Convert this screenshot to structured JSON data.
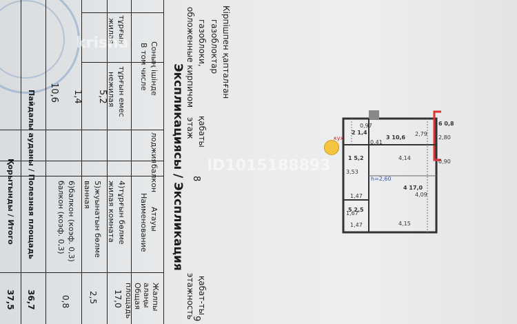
{
  "header": {
    "material_kz": "Кірпішпен қапталған",
    "material_kz2": "газоблоктар",
    "material_ru": "газоблоки,",
    "material_ru2": "обложенные кирпичом"
  },
  "floor": {
    "kabaty_label": "қабаты",
    "etazh_label": "этаж",
    "etazh_value": "8",
    "kabatty_label": "қабат-ты",
    "etazhnost_label": "этажность",
    "etazhnost_value": "9"
  },
  "title": "Экспликациясы / Экспликация",
  "columns": {
    "loggia": "лоджия",
    "balcon": "балкон",
    "name_kz": "Атауы",
    "name_ru": "Наименование",
    "area_kz": "Жалпы",
    "area_kz2": "алаңы",
    "area_ru": "Общая",
    "area_ru2": "площадь",
    "sonyn_ishinde": "Соның ішінде",
    "v_tom_chisle": "В том числе",
    "turgyn": "тұрғын",
    "zhilaya": "жилая",
    "turgyn_emes": "тұрғын емес",
    "nezhilaya": "нежилая"
  },
  "rows": [
    {
      "name": "4)тұрғын бөлме",
      "name2": "жилая комната",
      "area": "17,0",
      "living": "",
      "nonliving": ""
    },
    {
      "name": "5)жуынатын бөлме",
      "name2": "ванная",
      "area": "2,5",
      "living": "",
      "nonliving": "5,2"
    },
    {
      "name": "6)балкон (коэф. 0,3)",
      "name2": "балкон (коэф. 0,3)",
      "area": "0,8",
      "living": "",
      "nonliving": "1,4"
    }
  ],
  "totals": {
    "useful_label": "Пайдалы ауданы / Полезная площадь",
    "useful_value": "36,7",
    "total_label": "Қорытынды / Итого",
    "total_value": "37,5",
    "living_total": "10,6"
  },
  "watermark": "ID1015188893",
  "watermark_site": "krisha",
  "plan": {
    "dims": [
      "2,79",
      "2,80",
      "0,90",
      "4,14",
      "4,09",
      "4,15",
      "1,47",
      "1,47",
      "0,41",
      "0,97",
      "3,53",
      "1,67"
    ],
    "rooms": [
      {
        "num": "3",
        "area": "10,6"
      },
      {
        "num": "4",
        "area": "17,0"
      },
      {
        "num": "1",
        "area": "5,2"
      },
      {
        "num": "5",
        "area": "2,5"
      },
      {
        "num": "2",
        "area": "1,4"
      },
      {
        "num": "6",
        "area": "0,8"
      }
    ],
    "height": "h=2,60",
    "kitchen_mark": "кух"
  }
}
